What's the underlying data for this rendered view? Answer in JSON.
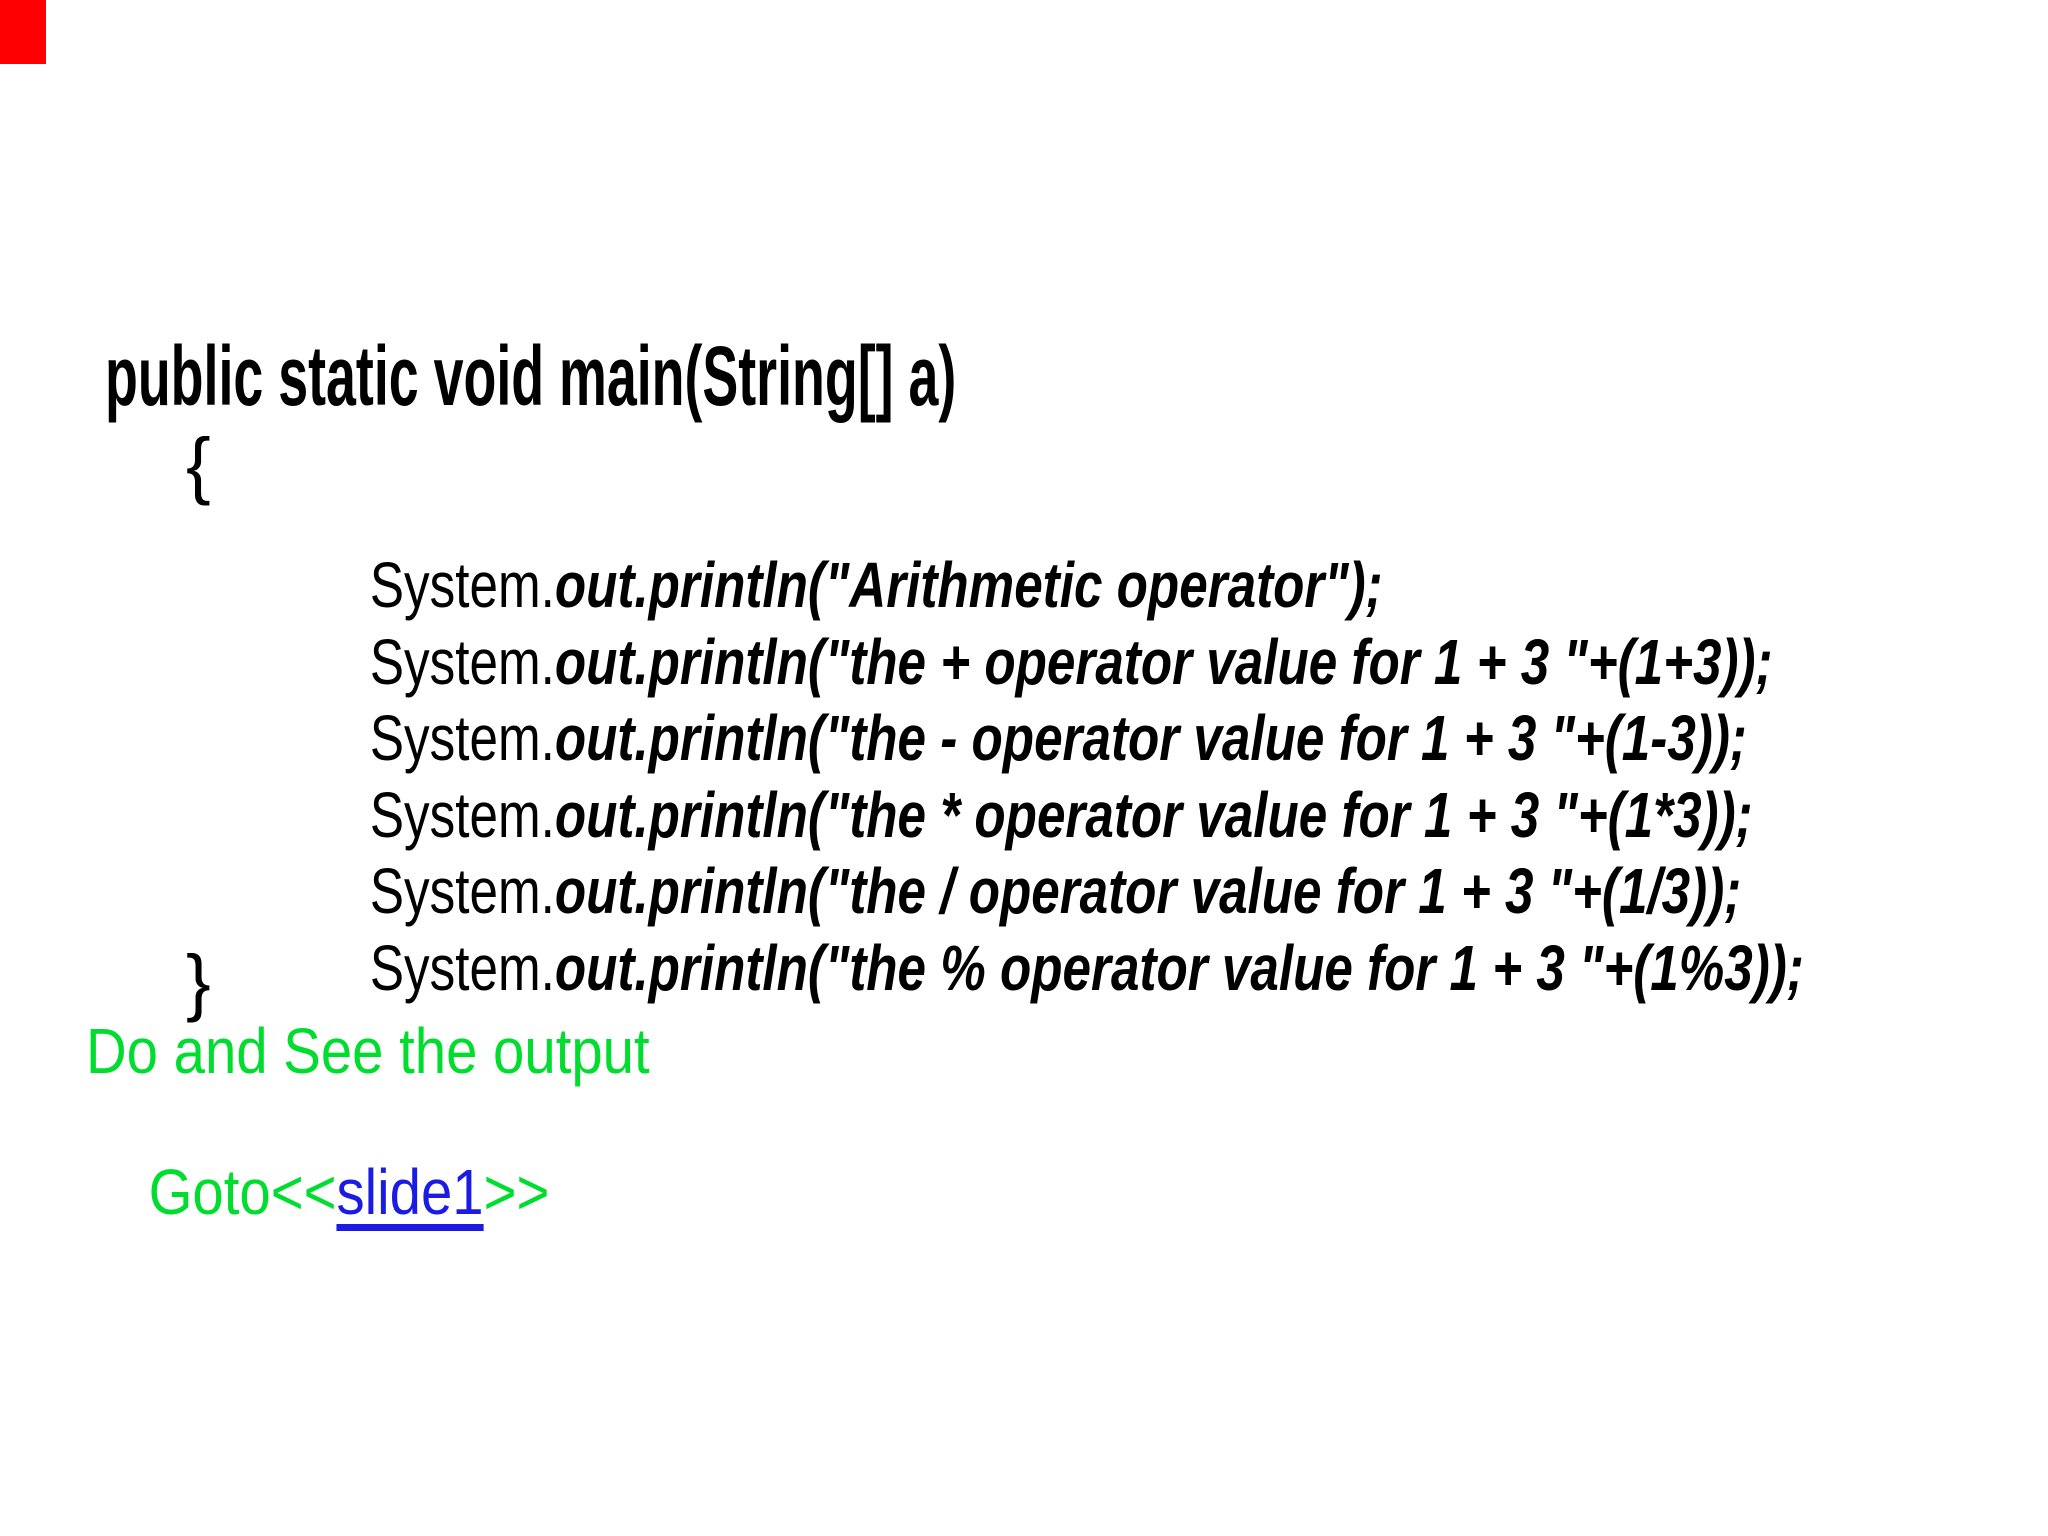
{
  "slide": {
    "background_color": "#ffffff",
    "corner_marker_color": "#fe0000",
    "code_text_color": "#000000",
    "note_color": "#00dd2f",
    "link_color": "#1b1be4",
    "title": "public static void main(String[] a)",
    "open_brace": "{",
    "close_brace": "}",
    "code_lines": [
      {
        "prefix": "System.",
        "body": "out.println(\"Arithmetic operator\");"
      },
      {
        "prefix": "System.",
        "body": "out.println(\"the + operator value for 1 + 3 \"+(1+3));"
      },
      {
        "prefix": "System.",
        "body": "out.println(\"the - operator value for 1 + 3 \"+(1-3));"
      },
      {
        "prefix": "System.",
        "body": "out.println(\"the * operator value for 1 + 3 \"+(1*3));"
      },
      {
        "prefix": "System.",
        "body": "out.println(\"the / operator value for 1 + 3 \"+(1/3));"
      },
      {
        "prefix": "System.",
        "body": "out.println(\"the % operator value for 1 + 3 \"+(1%3));"
      }
    ],
    "note": "Do and See the output",
    "goto_line": {
      "before": "Goto<<",
      "link": "slide1",
      "after": ">>"
    }
  }
}
